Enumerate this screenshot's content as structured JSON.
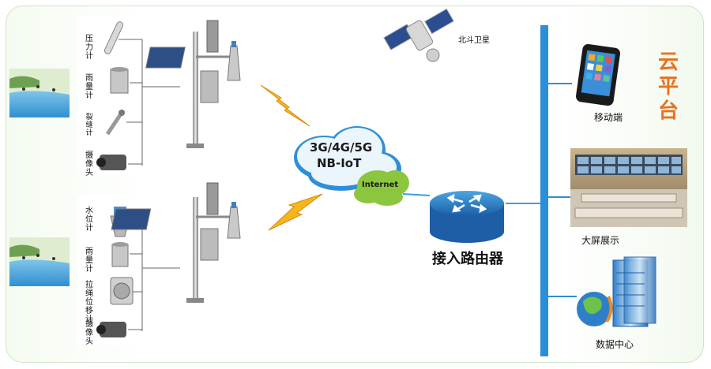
{
  "diagram": {
    "satellite_label": "北斗卫星",
    "station_a": {
      "sensors": [
        "压力计",
        "雨量计",
        "裂缝计",
        "摄像头"
      ]
    },
    "station_b": {
      "sensors": [
        "水位计",
        "雨量计",
        "拉绳位移计",
        "摄像头"
      ]
    },
    "network": {
      "line1": "3G/4G/5G",
      "line2": "NB-IoT",
      "internet": "Internet"
    },
    "router_label": "接入路由器",
    "cloud_platform": "云平台",
    "endpoints": {
      "mobile": "移动端",
      "big_screen": "大屏展示",
      "data_center": "数据中心"
    }
  }
}
